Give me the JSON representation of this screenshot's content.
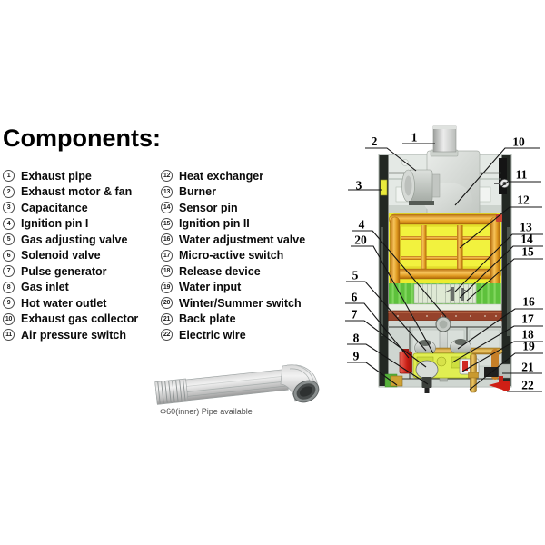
{
  "title": "Components:",
  "components": [
    {
      "num": "1",
      "label": "Exhaust pipe"
    },
    {
      "num": "2",
      "label": "Exhaust motor & fan"
    },
    {
      "num": "3",
      "label": "Capacitance"
    },
    {
      "num": "4",
      "label": "Ignition pin I"
    },
    {
      "num": "5",
      "label": "Gas adjusting valve"
    },
    {
      "num": "6",
      "label": "Solenoid valve"
    },
    {
      "num": "7",
      "label": "Pulse generator"
    },
    {
      "num": "8",
      "label": "Gas inlet"
    },
    {
      "num": "9",
      "label": "Hot water outlet"
    },
    {
      "num": "10",
      "label": "Exhaust gas collector"
    },
    {
      "num": "11",
      "label": "Air pressure switch"
    },
    {
      "num": "12",
      "label": "Heat exchanger"
    },
    {
      "num": "13",
      "label": "Burner"
    },
    {
      "num": "14",
      "label": "Sensor pin"
    },
    {
      "num": "15",
      "label": "Ignition pin II"
    },
    {
      "num": "16",
      "label": "Water adjustment valve"
    },
    {
      "num": "17",
      "label": "Micro-active switch"
    },
    {
      "num": "18",
      "label": "Release device"
    },
    {
      "num": "19",
      "label": "Water input"
    },
    {
      "num": "20",
      "label": "Winter/Summer switch"
    },
    {
      "num": "21",
      "label": "Back plate"
    },
    {
      "num": "22",
      "label": "Electric wire"
    }
  ],
  "pipe_caption": "Φ60(inner) Pipe available",
  "callouts": {
    "c1": "1",
    "c2": "2",
    "c3": "3",
    "c4": "4",
    "c5": "5",
    "c6": "6",
    "c7": "7",
    "c8": "8",
    "c9": "9",
    "c10": "10",
    "c11": "11",
    "c12": "12",
    "c13": "13",
    "c14": "14",
    "c15": "15",
    "c16": "16",
    "c17": "17",
    "c18": "18",
    "c19": "19",
    "c20": "20",
    "c21": "21",
    "c22": "22"
  },
  "colors": {
    "heat_exchanger_yellow": "#ebec2f",
    "pipe_orange": "#e09a20",
    "burner_green": "#5ec13c",
    "solenoid_red": "#c81e14",
    "valve_block_yellow_green": "#e0ee52",
    "collector_brown_red": "#96432b",
    "metal_grey": "#cfd6d1"
  }
}
